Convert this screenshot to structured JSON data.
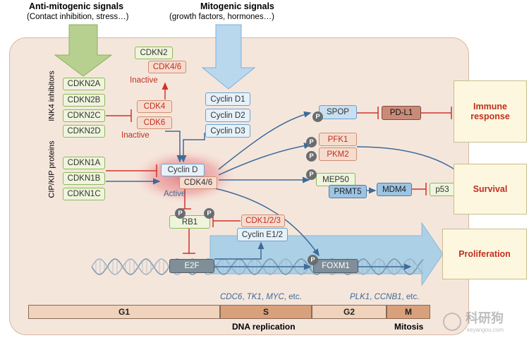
{
  "signals": {
    "anti_title": "Anti-mitogenic signals",
    "anti_sub": "(Contact inhibition, stress…)",
    "mito_title": "Mitogenic signals",
    "mito_sub": "(growth factors, hormones…)"
  },
  "group_labels": {
    "ink4": "INK4 inhibitors",
    "cip": "CIP/KIP proteins"
  },
  "ink4": [
    "CDKN2A",
    "CDKN2B",
    "CDKN2C",
    "CDKN2D"
  ],
  "cip": [
    "CDKN1A",
    "CDKN1B",
    "CDKN1C"
  ],
  "inactive_complex": {
    "top": "CDKN2",
    "bottom": "CDK4/6",
    "state": "Inactive"
  },
  "cdk_inactive": {
    "a": "CDK4",
    "b": "CDK6",
    "state": "Inactive"
  },
  "cyclins_d": [
    "Cyclin D1",
    "Cyclin D2",
    "Cyclin D3"
  ],
  "active_complex": {
    "cyclin": "Cyclin D",
    "cdk": "CDK4/6",
    "state": "Active"
  },
  "rb1": "RB1",
  "cdk123": "CDK1/2/3",
  "cyclin_e": "Cyclin E1/2",
  "e2f": "E2F",
  "foxm1": "FOXM1",
  "phospho": "P",
  "targets": {
    "spop": "SPOP",
    "pdl1": "PD-L1",
    "pfk1": "PFK1",
    "pkm2": "PKM2",
    "mep50": "MEP50",
    "prmt5": "PRMT5",
    "mdm4": "MDM4",
    "p53": "p53"
  },
  "outcomes": {
    "immune": "Immune response",
    "survival": "Survival",
    "proliferation": "Proliferation"
  },
  "genes": {
    "s_html_parts": [
      "CDC6",
      ", ",
      "TK1",
      ", ",
      "MYC",
      ", etc."
    ],
    "g2_parts": [
      "PLK1",
      ", ",
      "CCNB1",
      ", etc."
    ]
  },
  "phases": [
    "G1",
    "S",
    "G2",
    "M"
  ],
  "phase_notes": {
    "s": "DNA replication",
    "m": "Mitosis"
  },
  "watermark": {
    "cn": "科研狗",
    "en": "keyangou.com"
  },
  "colors": {
    "cell_bg": "#f5e6dc",
    "cell_border": "#d6b8a6",
    "inhibit_red": "#d0322a",
    "arrow_blue": "#3d6b99",
    "prolif_arrow": "#a9cfe6",
    "mito_arrow": "#b9d8ee",
    "anti_arrow": "#b7d08f",
    "phase_light": "#f0d3bd",
    "phase_dark": "#d9a07c"
  }
}
